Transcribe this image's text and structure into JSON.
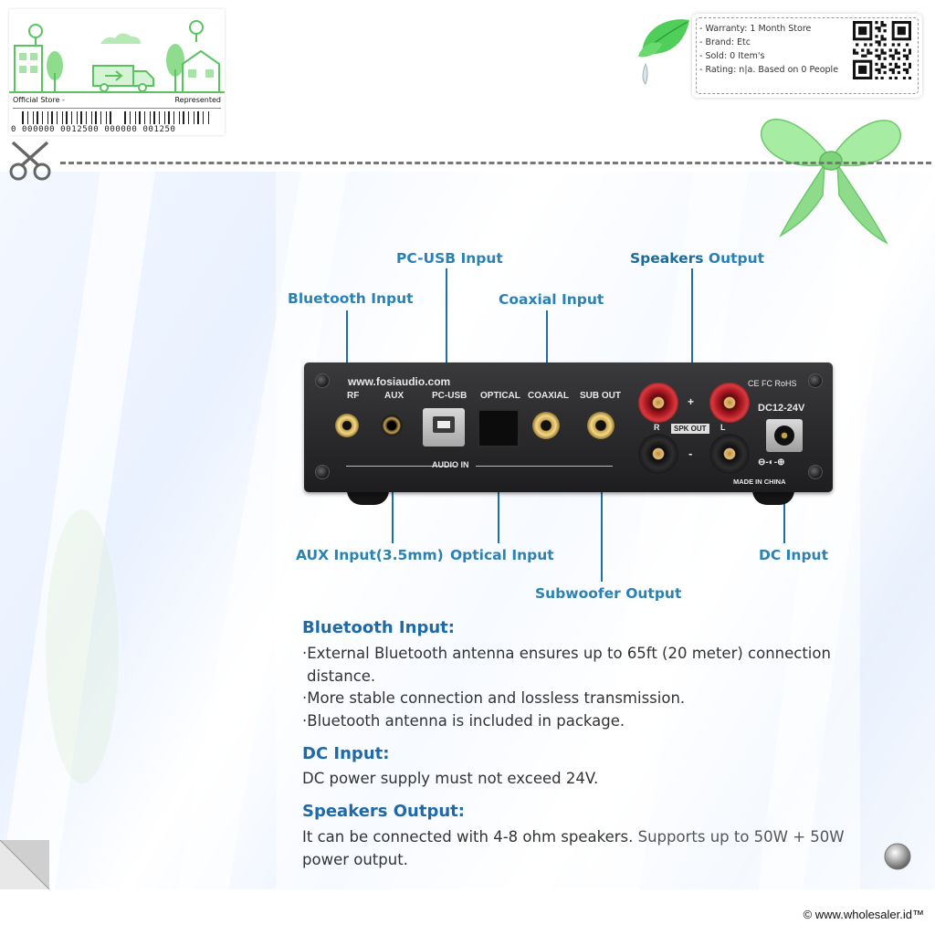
{
  "store_card": {
    "official_label": "Official Store -",
    "represented_label": "Represented",
    "barcode_text": "0 000000 0012500 000000 001250"
  },
  "info_box": {
    "warranty": "- Warranty: 1 Month Store",
    "brand": "- Brand: Etc",
    "sold": "- Sold: 0 Item's",
    "rating": "- Rating: n|a. Based on 0 People"
  },
  "diagram": {
    "callouts": {
      "pc_usb": "PC-USB Input",
      "speakers_a": "Speakers ",
      "speakers_b": "Output",
      "bluetooth": "Bluetooth Input",
      "coaxial": "Coaxial Input",
      "aux": "AUX Input(3.5mm)",
      "optical": "Optical Input",
      "dc": "DC Input",
      "subwoofer": "Subwoofer Output"
    },
    "device": {
      "website": "www.fosiaudio.com",
      "rf": "RF",
      "aux": "AUX",
      "pc_usb": "PC-USB",
      "optical": "OPTICAL",
      "coaxial": "COAXIAL",
      "sub_out": "SUB OUT",
      "audio_in": "AUDIO IN",
      "cert": "CE FC RoHS",
      "dc": "DC12-24V",
      "spk_out": "SPK OUT",
      "r": "R",
      "l": "L",
      "plus": "+",
      "minus": "-",
      "made_in": "MADE IN CHINA",
      "polarity": "⊖-◐-⊕"
    }
  },
  "text": {
    "bt_heading": "Bluetooth Input:",
    "bt_line1": "·External Bluetooth antenna ensures up to 65ft (20 meter) connection",
    "bt_line1b": "distance.",
    "bt_line2": "·More stable connection and lossless transmission.",
    "bt_line3": "·Bluetooth antenna is included in package.",
    "dc_heading": "DC Input:",
    "dc_line": "DC power supply must not exceed 24V.",
    "spk_heading": "Speakers Output:",
    "spk_line1a": "It can be connected with 4-8 ohm speakers. ",
    "spk_line1b": "Supports up to 50W + 50W",
    "spk_line2": "power output."
  },
  "footer": {
    "copyright": "© www.wholesaler.id™"
  },
  "colors": {
    "accent_blue": "#2a82b3",
    "heading_blue": "#1e6aa8",
    "leaf_green": "#5fd36a",
    "bow_green": "#9be89a"
  }
}
